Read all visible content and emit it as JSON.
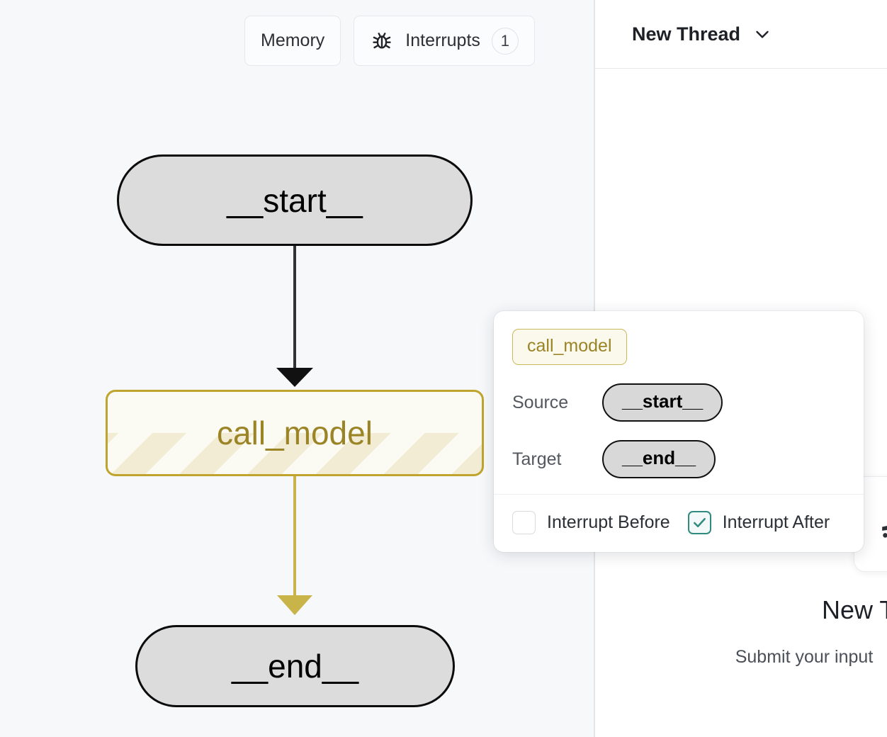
{
  "graph_pane": {
    "toolbar": {
      "memory_label": "Memory",
      "interrupts_label": "Interrupts",
      "interrupts_icon": "bug-icon",
      "interrupts_count": "1"
    },
    "nodes": [
      {
        "id": "start",
        "label": "__start__",
        "style": "gray-pill"
      },
      {
        "id": "call_model",
        "label": "call_model",
        "style": "highlighted-striped"
      },
      {
        "id": "end",
        "label": "__end__",
        "style": "gray-pill"
      }
    ],
    "edges": [
      {
        "from": "__start__",
        "to": "call_model",
        "color": "#333333"
      },
      {
        "from": "call_model",
        "to": "__end__",
        "color": "#c9b44a"
      }
    ],
    "colors": {
      "canvas_bg": "#F7F8FA",
      "node_fill": "#DCDCDC",
      "node_border": "#0B0B0B",
      "active_node_border": "#BFA52E",
      "active_node_text": "#9A8425",
      "active_edge": "#C9B44A"
    }
  },
  "popover": {
    "node_badge": "call_model",
    "source_label": "Source",
    "source_value": "__start__",
    "target_label": "Target",
    "target_value": "__end__",
    "interrupt_before_label": "Interrupt Before",
    "interrupt_before_checked": false,
    "interrupt_after_label": "Interrupt After",
    "interrupt_after_checked": true,
    "accent_checked": "#2F8A80"
  },
  "right_pane": {
    "thread_title": "New Thread",
    "thread_chevron": "chevron-down-icon",
    "empty_title": "New T",
    "empty_subtitle": "Submit your input"
  }
}
